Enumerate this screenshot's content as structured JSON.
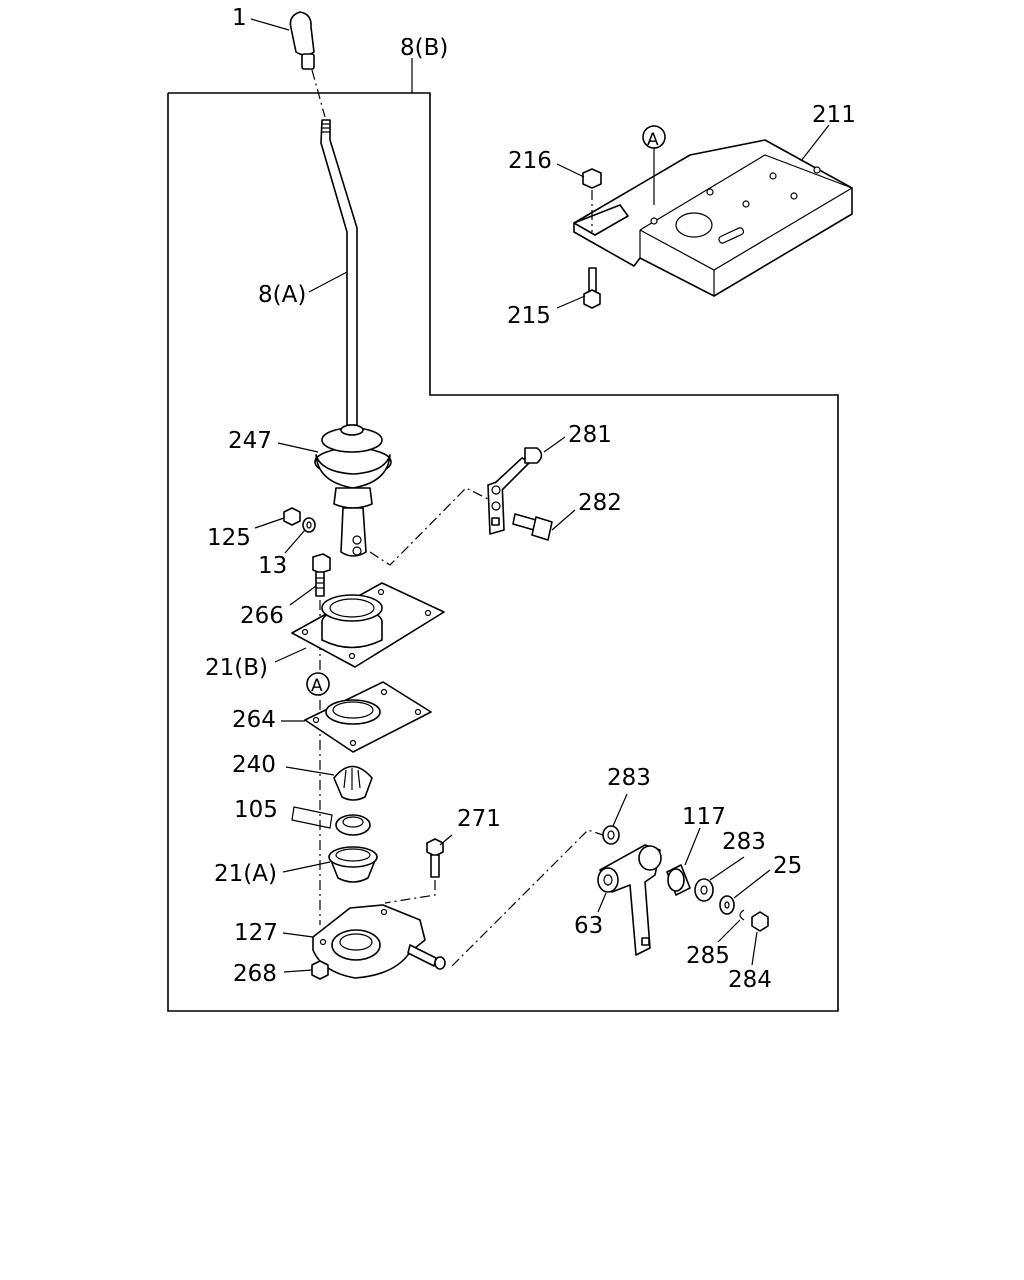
{
  "labels": {
    "p1": "1",
    "p8b": "8(B)",
    "p8a": "8(A)",
    "p211": "211",
    "p216": "216",
    "p215": "215",
    "refA_top": "A",
    "p247": "247",
    "p281": "281",
    "p282": "282",
    "p125": "125",
    "p13": "13",
    "p266": "266",
    "p21b": "21(B)",
    "refA_mid": "A",
    "p264": "264",
    "p240": "240",
    "p105": "105",
    "p21a": "21(A)",
    "p271": "271",
    "p127": "127",
    "p268": "268",
    "p283a": "283",
    "p117": "117",
    "p283b": "283",
    "p25": "25",
    "p63": "63",
    "p285": "285",
    "p284": "284"
  }
}
